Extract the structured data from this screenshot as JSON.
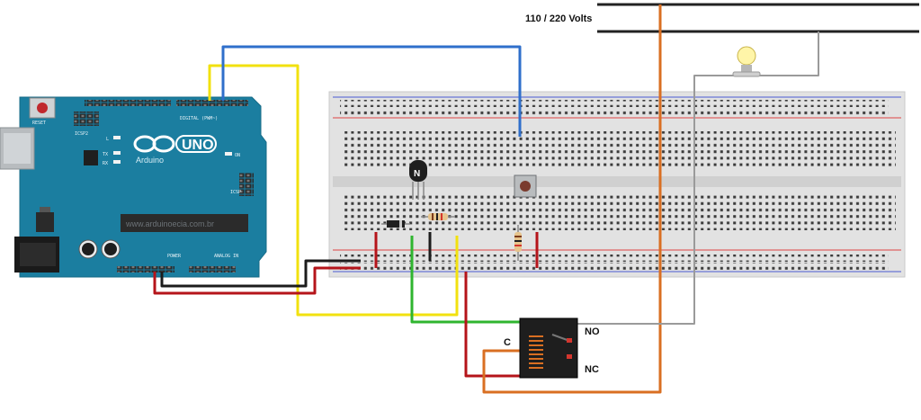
{
  "supply": {
    "label": "110 / 220 Volts"
  },
  "arduino": {
    "logo_text": "UNO",
    "brand": "Arduino",
    "reset_label": "RESET",
    "icsp2_label": "ICSP2",
    "icsp_label": "ICSP",
    "digital_label": "DIGITAL (PWM~)",
    "power_label": "POWER",
    "analog_label": "ANALOG IN",
    "on_label": "ON",
    "tx_label": "TX",
    "rx_label": "RX",
    "l_label": "L",
    "website": "www.arduinoecia.com.br"
  },
  "transistor": {
    "label": "N"
  },
  "relay": {
    "no_label": "NO",
    "nc_label": "NC",
    "c_label": "C"
  },
  "wire_colors": {
    "blue": "#2f6fcb",
    "yellow": "#f2e10f",
    "green": "#2fb52f",
    "red": "#b5141a",
    "black": "#1c1c1c",
    "orange": "#d96f22",
    "gray": "#9a9a9a"
  }
}
